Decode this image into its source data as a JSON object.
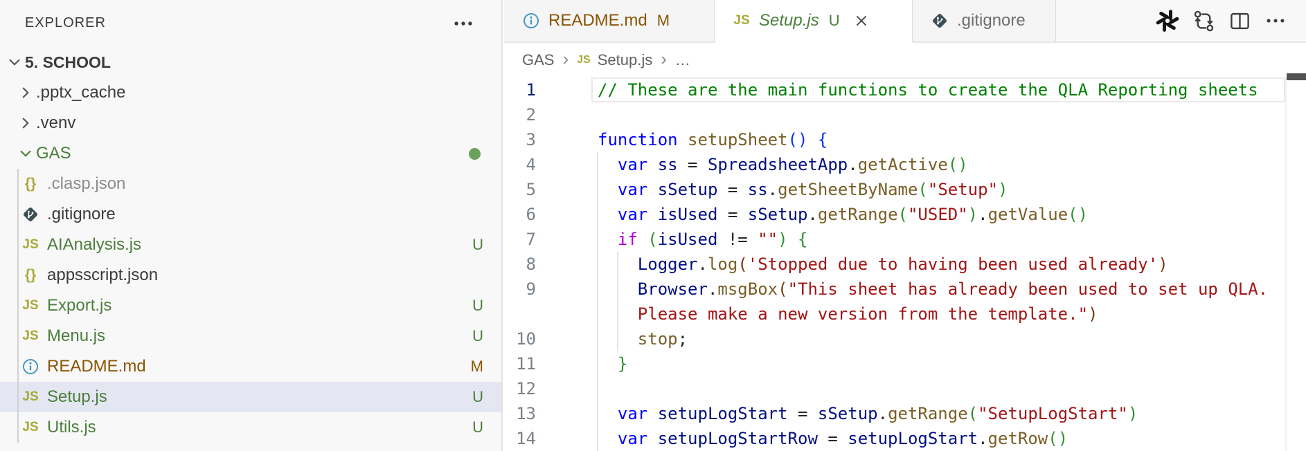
{
  "colors": {
    "untracked_green": "#4c7e3c",
    "modified_orange": "#895503",
    "ignored_gray": "#8c8c8c",
    "selection_bg": "#e4e6f1",
    "comment_green": "#008000",
    "keyword_blue": "#0000ff",
    "control_purple": "#af00db",
    "variable_blue": "#001080",
    "function_olive": "#795e26",
    "string_red": "#a31515",
    "bracket_depth1": "#0431fa",
    "bracket_depth2": "#319331",
    "bracket_depth3": "#7b3814",
    "icon_yellow": "#a9a93a"
  },
  "sidebar": {
    "title": "EXPLORER",
    "items": [
      {
        "kind": "root",
        "label": "5. SCHOOL",
        "expanded": true
      },
      {
        "kind": "folder",
        "label": ".pptx_cache",
        "expanded": false
      },
      {
        "kind": "folder",
        "label": ".venv",
        "expanded": false
      },
      {
        "kind": "folder",
        "label": "GAS",
        "expanded": true,
        "state": "untracked",
        "badge": "dot"
      },
      {
        "kind": "file",
        "label": ".clasp.json",
        "icon": "json",
        "state": "ignored"
      },
      {
        "kind": "file",
        "label": ".gitignore",
        "icon": "git"
      },
      {
        "kind": "file",
        "label": "AIAnalysis.js",
        "icon": "js",
        "state": "untracked",
        "badge": "U"
      },
      {
        "kind": "file",
        "label": "appsscript.json",
        "icon": "json"
      },
      {
        "kind": "file",
        "label": "Export.js",
        "icon": "js",
        "state": "untracked",
        "badge": "U"
      },
      {
        "kind": "file",
        "label": "Menu.js",
        "icon": "js",
        "state": "untracked",
        "badge": "U"
      },
      {
        "kind": "file",
        "label": "README.md",
        "icon": "info",
        "state": "modified",
        "badge": "M"
      },
      {
        "kind": "file",
        "label": "Setup.js",
        "icon": "js",
        "state": "untracked",
        "badge": "U",
        "selected": true
      },
      {
        "kind": "file",
        "label": "Utils.js",
        "icon": "js",
        "state": "untracked",
        "badge": "U"
      }
    ]
  },
  "tabs": [
    {
      "label": "README.md",
      "icon": "info",
      "state": "modified",
      "badge": "M",
      "active": false,
      "preview": false,
      "closable": false
    },
    {
      "label": "Setup.js",
      "icon": "js",
      "state": "untracked",
      "badge": "U",
      "active": true,
      "preview": true,
      "closable": true
    },
    {
      "label": ".gitignore",
      "icon": "git",
      "state": "plain",
      "badge": "",
      "active": false,
      "preview": false,
      "closable": false
    }
  ],
  "editor_actions": [
    {
      "icon": "openai",
      "label": "ChatGPT"
    },
    {
      "icon": "git-compare",
      "label": "Open Changes"
    },
    {
      "icon": "split-editor",
      "label": "Split Editor"
    },
    {
      "icon": "more",
      "label": "More Actions"
    }
  ],
  "breadcrumb": {
    "items": [
      {
        "label": "GAS",
        "icon": ""
      },
      {
        "label": "Setup.js",
        "icon": "js"
      },
      {
        "label": "…",
        "icon": ""
      }
    ]
  },
  "code": {
    "lines": [
      {
        "n": "1",
        "hl": true,
        "t": [
          [
            "cm",
            "// These are the main functions to create the QLA Reporting sheets"
          ]
        ]
      },
      {
        "n": "2",
        "t": []
      },
      {
        "n": "3",
        "t": [
          [
            "kw",
            "function"
          ],
          [
            "fn",
            " setupSheet"
          ],
          [
            "b1",
            "() {"
          ]
        ]
      },
      {
        "n": "4",
        "t": [
          [
            "kw",
            "  var"
          ],
          [
            "vr",
            " ss"
          ],
          [
            "pn",
            " = "
          ],
          [
            "vr",
            "SpreadsheetApp"
          ],
          [
            "pn",
            "."
          ],
          [
            "fn",
            "getActive"
          ],
          [
            "b2",
            "()"
          ]
        ]
      },
      {
        "n": "5",
        "t": [
          [
            "kw",
            "  var"
          ],
          [
            "vr",
            " sSetup"
          ],
          [
            "pn",
            " = "
          ],
          [
            "vr",
            "ss"
          ],
          [
            "pn",
            "."
          ],
          [
            "fn",
            "getSheetByName"
          ],
          [
            "b2",
            "("
          ],
          [
            "st",
            "\"Setup\""
          ],
          [
            "b2",
            ")"
          ]
        ]
      },
      {
        "n": "6",
        "t": [
          [
            "kw",
            "  var"
          ],
          [
            "vr",
            " isUsed"
          ],
          [
            "pn",
            " = "
          ],
          [
            "vr",
            "sSetup"
          ],
          [
            "pn",
            "."
          ],
          [
            "fn",
            "getRange"
          ],
          [
            "b2",
            "("
          ],
          [
            "st",
            "\"USED\""
          ],
          [
            "b2",
            ")"
          ],
          [
            "pn",
            "."
          ],
          [
            "fn",
            "getValue"
          ],
          [
            "b2",
            "()"
          ]
        ]
      },
      {
        "n": "7",
        "t": [
          [
            "ct",
            "  if"
          ],
          [
            "pn",
            " "
          ],
          [
            "b2",
            "("
          ],
          [
            "vr",
            "isUsed"
          ],
          [
            "pn",
            " != "
          ],
          [
            "st",
            "\"\""
          ],
          [
            "b2",
            ")"
          ],
          [
            "b2",
            " {"
          ]
        ]
      },
      {
        "n": "8",
        "t": [
          [
            "vr",
            "    Logger"
          ],
          [
            "pn",
            "."
          ],
          [
            "fn",
            "log"
          ],
          [
            "b3",
            "("
          ],
          [
            "st",
            "'Stopped due to having been used already'"
          ],
          [
            "b3",
            ")"
          ]
        ]
      },
      {
        "n": "9",
        "t": [
          [
            "vr",
            "    Browser"
          ],
          [
            "pn",
            "."
          ],
          [
            "fn",
            "msgBox"
          ],
          [
            "b3",
            "("
          ],
          [
            "st",
            "\"This sheet has already been used to set up QLA. "
          ]
        ]
      },
      {
        "n": "",
        "t": [
          [
            "st",
            "    Please make a new version from the template.\""
          ],
          [
            "b3",
            ")"
          ]
        ]
      },
      {
        "n": "10",
        "t": [
          [
            "fn",
            "    stop"
          ],
          [
            "pn",
            ";"
          ]
        ]
      },
      {
        "n": "11",
        "t": [
          [
            "b2",
            "  }"
          ]
        ]
      },
      {
        "n": "12",
        "t": []
      },
      {
        "n": "13",
        "t": [
          [
            "kw",
            "  var"
          ],
          [
            "vr",
            " setupLogStart"
          ],
          [
            "pn",
            " = "
          ],
          [
            "vr",
            "sSetup"
          ],
          [
            "pn",
            "."
          ],
          [
            "fn",
            "getRange"
          ],
          [
            "b2",
            "("
          ],
          [
            "st",
            "\"SetupLogStart\""
          ],
          [
            "b2",
            ")"
          ]
        ]
      },
      {
        "n": "14",
        "t": [
          [
            "kw",
            "  var"
          ],
          [
            "vr",
            " setupLogStartRow"
          ],
          [
            "pn",
            " = "
          ],
          [
            "vr",
            "setupLogStart"
          ],
          [
            "pn",
            "."
          ],
          [
            "fn",
            "getRow"
          ],
          [
            "b2",
            "()"
          ]
        ]
      }
    ]
  }
}
